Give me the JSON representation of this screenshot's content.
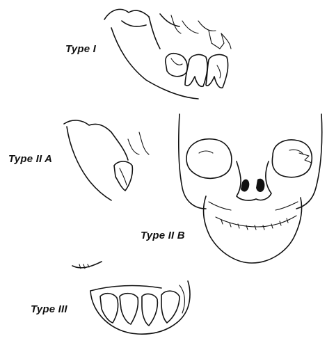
{
  "panels": [
    {
      "key": "type1",
      "label": "Type I"
    },
    {
      "key": "type2a",
      "label": "Type II A"
    },
    {
      "key": "type2b",
      "label": "Type II B"
    },
    {
      "key": "type3",
      "label": "Type III"
    }
  ]
}
